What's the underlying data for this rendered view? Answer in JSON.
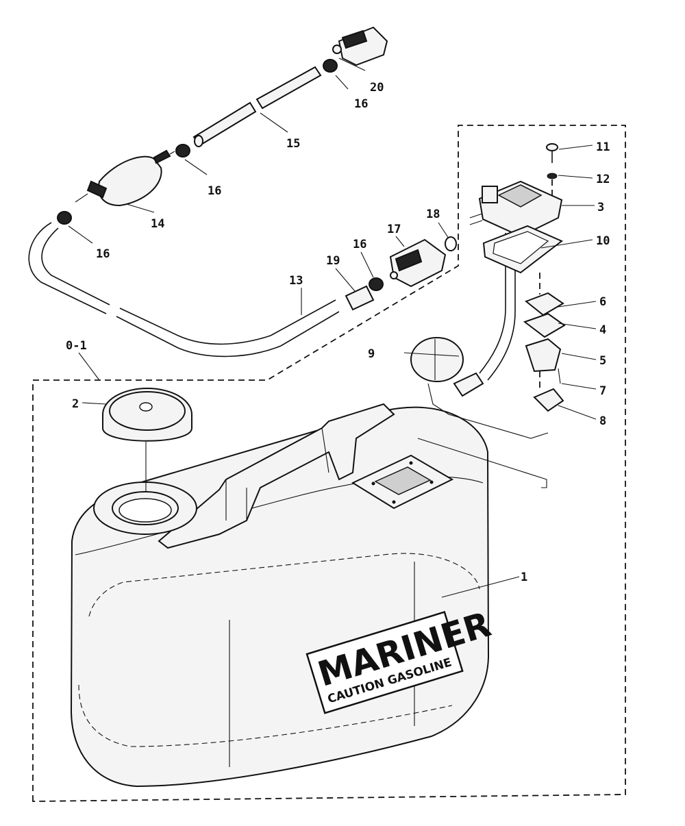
{
  "labels": {
    "l1": "1",
    "l2": "2",
    "l3": "3",
    "l4": "4",
    "l5": "5",
    "l6": "6",
    "l7": "7",
    "l8": "8",
    "l9": "9",
    "l10": "10",
    "l11": "11",
    "l12": "12",
    "l13": "13",
    "l14": "14",
    "l15": "15",
    "l16a": "16",
    "l16b": "16",
    "l16c": "16",
    "l16d": "16",
    "l17": "17",
    "l18": "18",
    "l19": "19",
    "l20": "20",
    "l01": "0-1"
  },
  "decal": {
    "brand": "MARINER",
    "caution": "CAUTION GASOLINE"
  }
}
